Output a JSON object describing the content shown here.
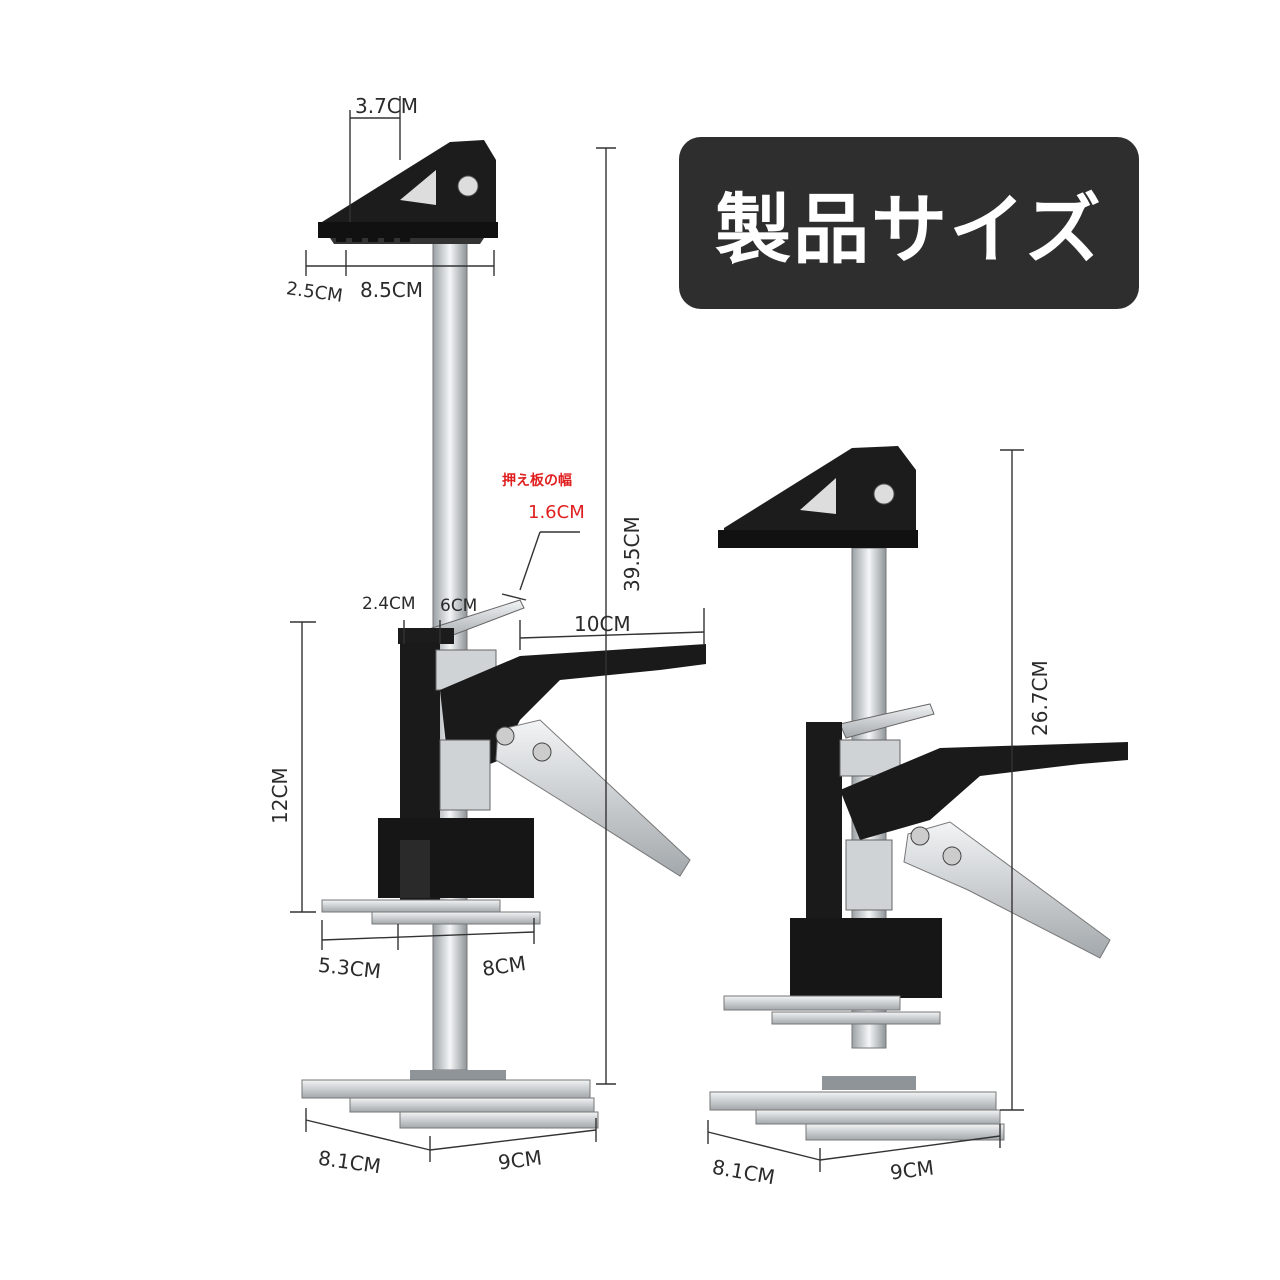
{
  "title": "製品サイズ",
  "colors": {
    "title_bg": "#2e2e2e",
    "accent_red": "#e02020",
    "tool_black": "#1a1a1a",
    "steel": "#cfd3d6"
  },
  "large_tool": {
    "top_width": "3.7CM",
    "jaw_left": "2.5CM",
    "jaw_width": "8.5CM",
    "plate_label": "押え板の幅",
    "plate_width": "1.6CM",
    "offset_a": "2.4CM",
    "offset_b": "6CM",
    "handle_length": "10CM",
    "total_height": "39.5CM",
    "body_height": "12CM",
    "foot_small_left": "5.3CM",
    "foot_small_right": "8CM",
    "base_depth": "8.1CM",
    "base_width": "9CM"
  },
  "small_tool": {
    "total_height": "26.7CM",
    "base_depth": "8.1CM",
    "base_width": "9CM"
  }
}
